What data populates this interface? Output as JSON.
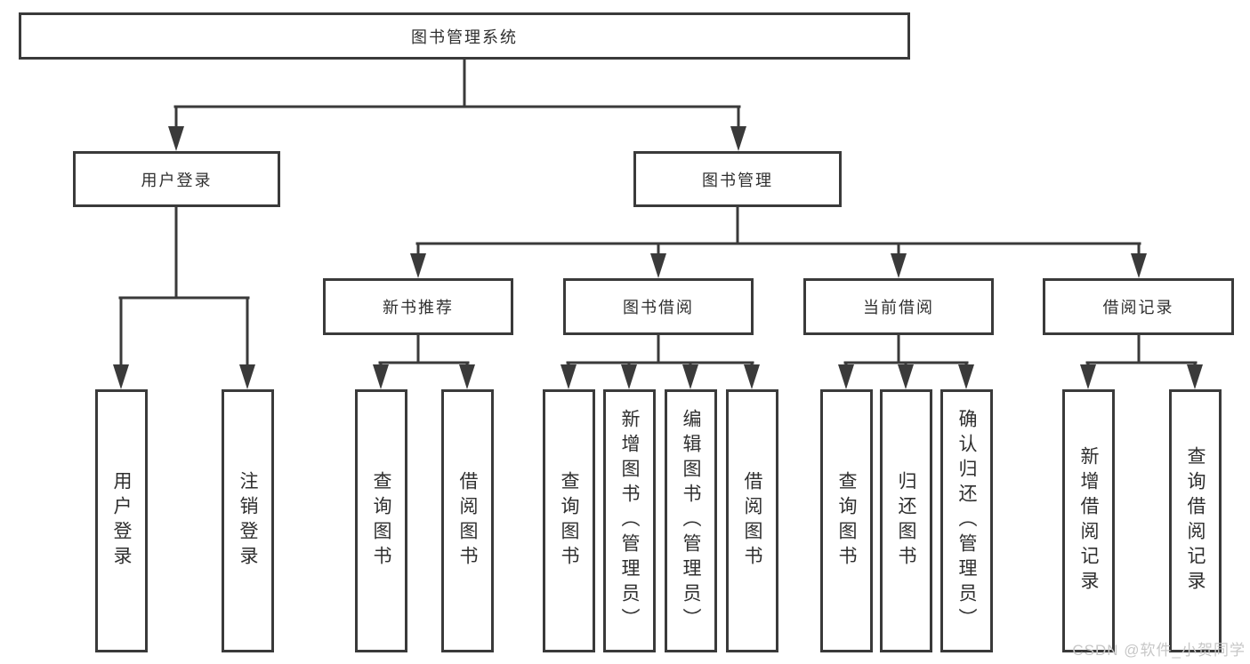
{
  "diagram": {
    "title": "图书管理系统",
    "level2": [
      {
        "label": "用户登录",
        "children": [
          {
            "label": "用户登录"
          },
          {
            "label": "注销登录"
          }
        ]
      },
      {
        "label": "图书管理",
        "children": [
          {
            "label": "新书推荐",
            "children": [
              {
                "label": "查询图书"
              },
              {
                "label": "借阅图书"
              }
            ]
          },
          {
            "label": "图书借阅",
            "children": [
              {
                "label": "查询图书"
              },
              {
                "label": "新增图书（管理员）"
              },
              {
                "label": "编辑图书（管理员）"
              },
              {
                "label": "借阅图书"
              }
            ]
          },
          {
            "label": "当前借阅",
            "children": [
              {
                "label": "查询图书"
              },
              {
                "label": "归还图书"
              },
              {
                "label": "确认归还（管理员）"
              }
            ]
          },
          {
            "label": "借阅记录",
            "children": [
              {
                "label": "新增借阅记录"
              },
              {
                "label": "查询借阅记录"
              }
            ]
          }
        ]
      }
    ]
  },
  "watermark": "CSDN @软件_小贺同学",
  "colors": {
    "line": "#3a3a3a",
    "text": "#2f2f2f",
    "watermark": "#c7c7c7",
    "background": "#ffffff"
  }
}
